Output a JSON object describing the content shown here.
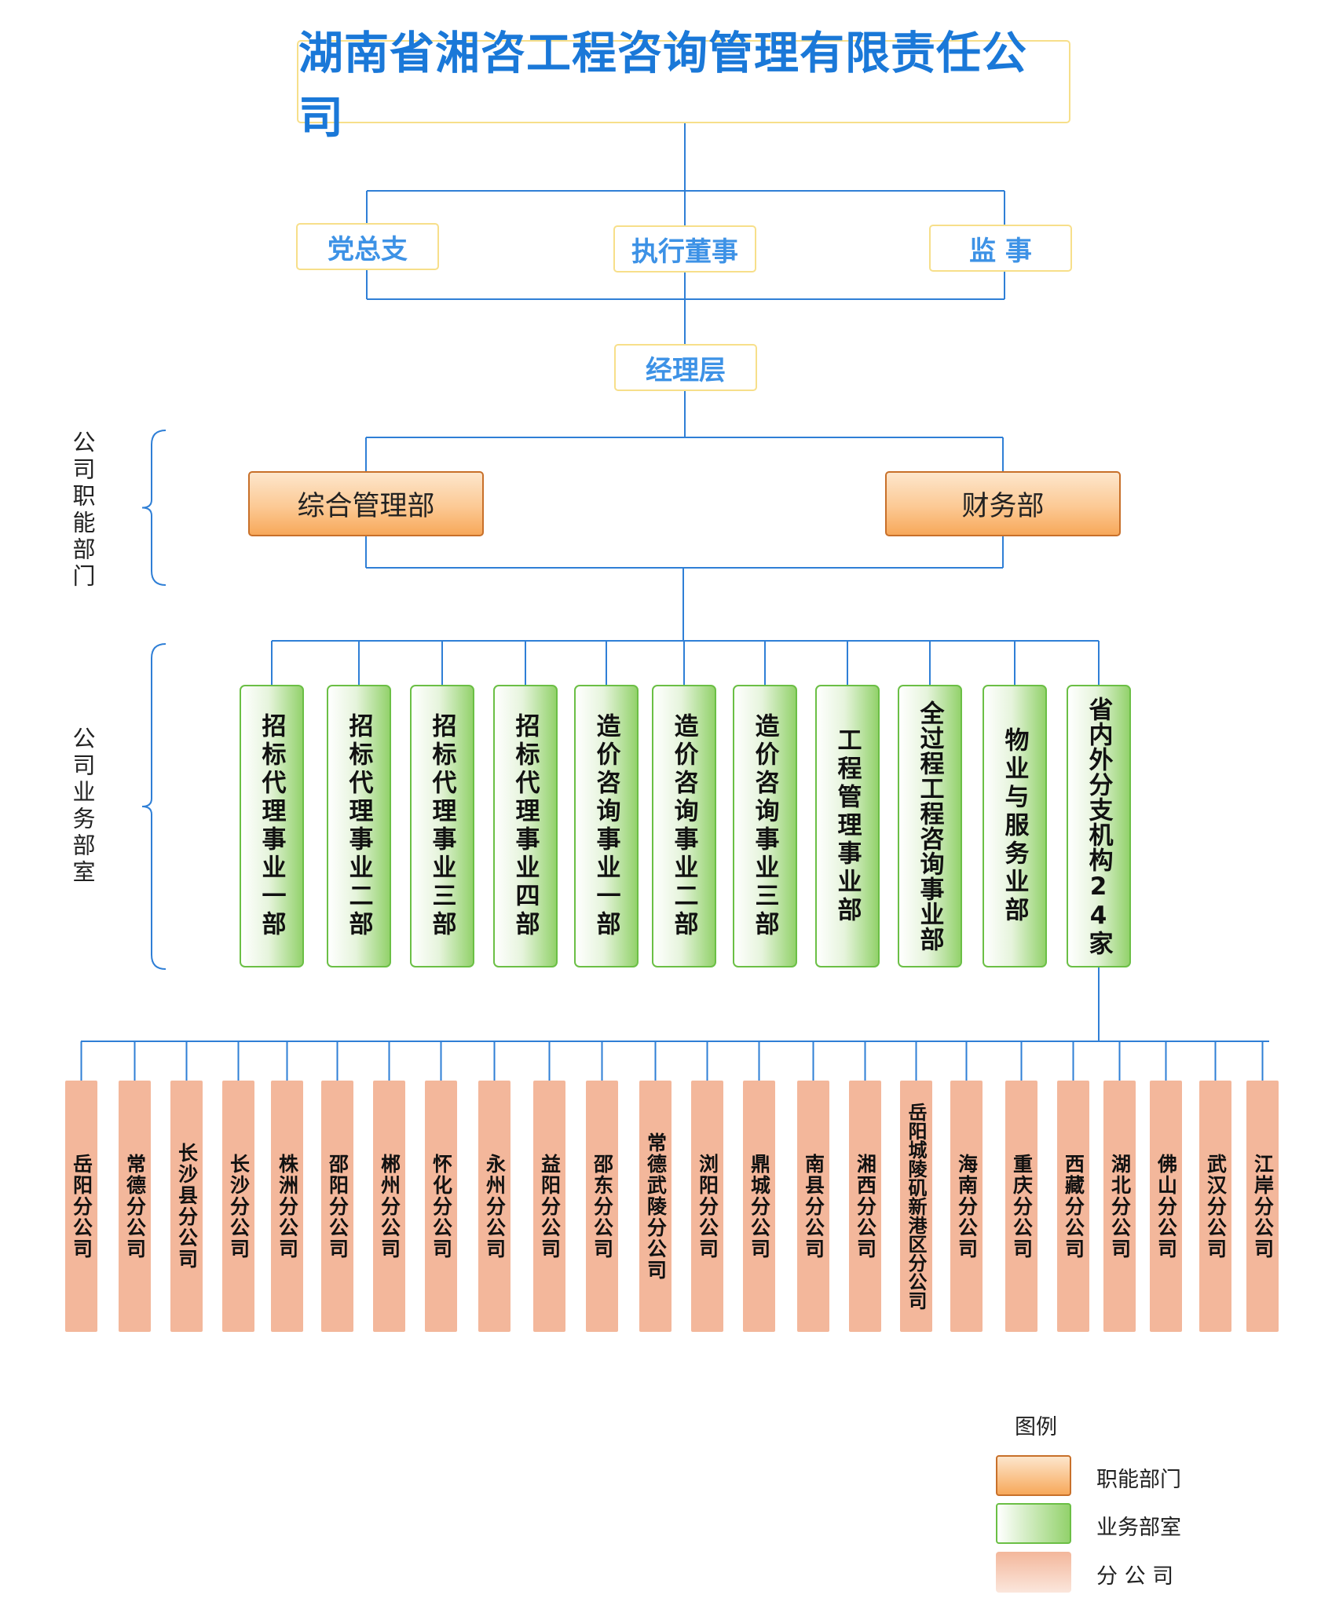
{
  "company": "湖南省湘咨工程咨询管理有限责任公司",
  "governance": {
    "party": "党总支",
    "director": "执行董事",
    "supervisor": "监 事",
    "management": "经理层"
  },
  "side_labels": {
    "functional": "公司职能部门",
    "business": "公司业务部室"
  },
  "functional_departments": [
    "综合管理部",
    "财务部"
  ],
  "business_departments": [
    "招标代理事业一部",
    "招标代理事业二部",
    "招标代理事业三部",
    "招标代理事业四部",
    "造价咨询事业一部",
    "造价咨询事业二部",
    "造价咨询事业三部",
    "工程管理事业部",
    "全过程工程咨询事业部",
    "物业与服务业部",
    "省内外分支机构24家"
  ],
  "branches": [
    "岳阳分公司",
    "常德分公司",
    "长沙县分公司",
    "长沙分公司",
    "株洲分公司",
    "邵阳分公司",
    "郴州分公司",
    "怀化分公司",
    "永州分公司",
    "益阳分公司",
    "邵东分公司",
    "常德武陵分公司",
    "浏阳分公司",
    "鼎城分公司",
    "南县分公司",
    "湘西分公司",
    "岳阳城陵矶新港区分公司",
    "海南分公司",
    "重庆分公司",
    "西藏分公司",
    "湖北分公司",
    "佛山分公司",
    "武汉分公司",
    "江岸分公司"
  ],
  "legend": {
    "title": "图例",
    "items": [
      "职能部门",
      "业务部室",
      "分 公 司"
    ]
  },
  "colors": {
    "line": "#2f7fd6",
    "title_text": "#1a78d8",
    "functional_fill": "#f7a85a",
    "business_fill": "#93d26c",
    "branch_fill": "#f3b79b"
  }
}
